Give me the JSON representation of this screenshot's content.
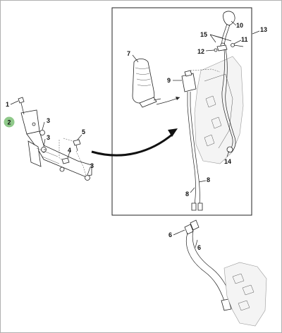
{
  "callouts": {
    "c1": "1",
    "c2": "2",
    "c3a": "3",
    "c3b": "3",
    "c3c": "3",
    "c4": "4",
    "c5": "5",
    "c6a": "6",
    "c6b": "6",
    "c7": "7",
    "c8a": "8",
    "c8b": "8",
    "c9": "9",
    "c10": "10",
    "c11": "11",
    "c12": "12",
    "c13": "13",
    "c14": "14",
    "c15": "15"
  },
  "highlight_color": "#8fc98a"
}
